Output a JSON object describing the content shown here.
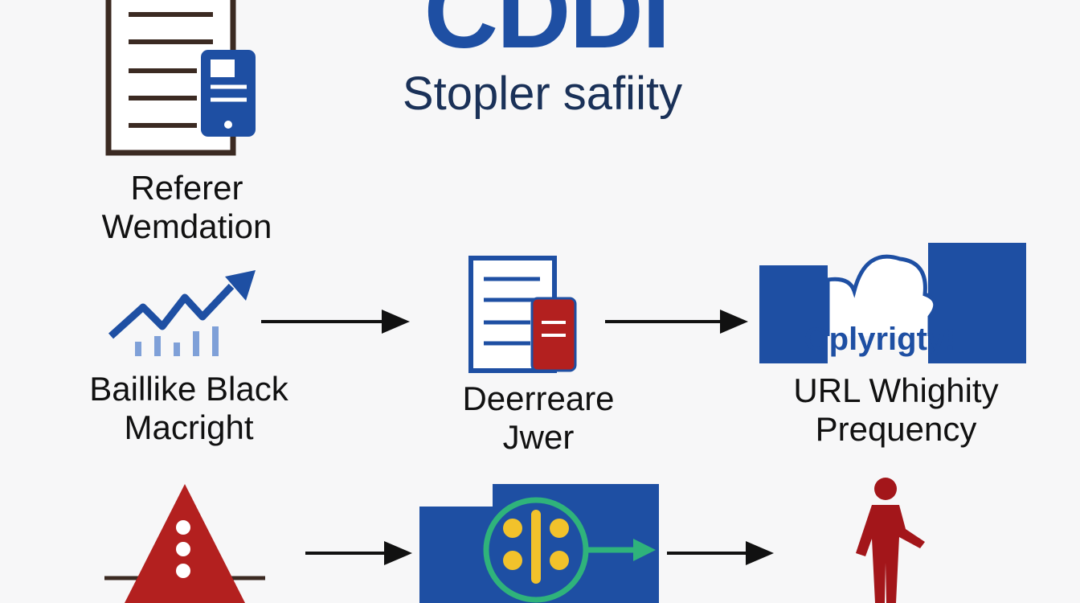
{
  "header": {
    "title": "CDDI",
    "subtitle": "Stopler safiity"
  },
  "nodes": {
    "referer": {
      "line1": "Referer",
      "line2": "Wemdation",
      "icon": "document-phone-icon"
    },
    "baillike": {
      "line1": "Baillike Black",
      "line2": "Macright",
      "icon": "growth-chart-icon"
    },
    "deerreare": {
      "line1": "Deerreare",
      "line2": "Jwer",
      "icon": "document-device-icon"
    },
    "url": {
      "line1": "URL Whighity",
      "line2": "Prequency",
      "icon": "cloud-panel-icon",
      "overlay": "Oplyrigty!"
    },
    "warning": {
      "icon": "warning-triangle-icon"
    },
    "router": {
      "icon": "dots-circle-arrow-icon"
    },
    "person": {
      "icon": "person-icon"
    }
  },
  "colors": {
    "brand_blue": "#1e4fa3",
    "dark_navy": "#1a3158",
    "alert_red": "#b3201f",
    "accent_green": "#2fb37b",
    "accent_yellow": "#f2c22b"
  }
}
